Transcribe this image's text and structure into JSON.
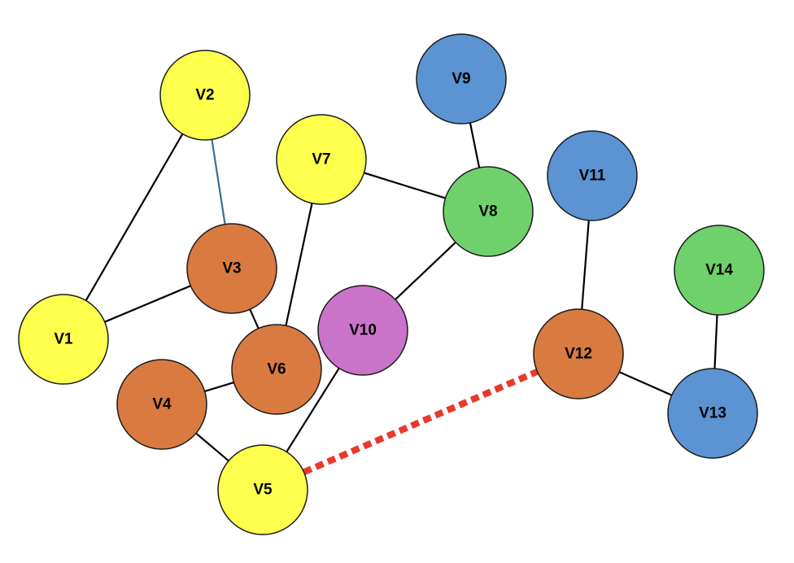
{
  "nodes": [
    {
      "id": "V1",
      "label": "V1",
      "color": "#FFFF4D"
    },
    {
      "id": "V2",
      "label": "V2",
      "color": "#FFFF4D"
    },
    {
      "id": "V3",
      "label": "V3",
      "color": "#D97A41"
    },
    {
      "id": "V4",
      "label": "V4",
      "color": "#D97A41"
    },
    {
      "id": "V5",
      "label": "V5",
      "color": "#FFFF4D"
    },
    {
      "id": "V6",
      "label": "V6",
      "color": "#D97A41"
    },
    {
      "id": "V7",
      "label": "V7",
      "color": "#FFFF4D"
    },
    {
      "id": "V8",
      "label": "V8",
      "color": "#6FD16B"
    },
    {
      "id": "V9",
      "label": "V9",
      "color": "#5B93D3"
    },
    {
      "id": "V10",
      "label": "V10",
      "color": "#C973C9"
    },
    {
      "id": "V11",
      "label": "V11",
      "color": "#5B93D3"
    },
    {
      "id": "V12",
      "label": "V12",
      "color": "#D97A41"
    },
    {
      "id": "V13",
      "label": "V13",
      "color": "#5B93D3"
    },
    {
      "id": "V14",
      "label": "V14",
      "color": "#6FD16B"
    }
  ],
  "edges": [
    {
      "from": "V2",
      "to": "V1",
      "style": "solid",
      "color": "#000000"
    },
    {
      "from": "V2",
      "to": "V3",
      "style": "solid",
      "color": "#3E6E8E"
    },
    {
      "from": "V1",
      "to": "V3",
      "style": "solid",
      "color": "#000000"
    },
    {
      "from": "V3",
      "to": "V6",
      "style": "solid",
      "color": "#000000"
    },
    {
      "from": "V7",
      "to": "V6",
      "style": "solid",
      "color": "#000000"
    },
    {
      "from": "V7",
      "to": "V8",
      "style": "solid",
      "color": "#000000"
    },
    {
      "from": "V9",
      "to": "V8",
      "style": "solid",
      "color": "#000000"
    },
    {
      "from": "V8",
      "to": "V10",
      "style": "solid",
      "color": "#000000"
    },
    {
      "from": "V4",
      "to": "V6",
      "style": "solid",
      "color": "#000000"
    },
    {
      "from": "V4",
      "to": "V5",
      "style": "solid",
      "color": "#000000"
    },
    {
      "from": "V10",
      "to": "V5",
      "style": "solid",
      "color": "#000000"
    },
    {
      "from": "V5",
      "to": "V12",
      "style": "dashed",
      "color": "#E8392B"
    },
    {
      "from": "V11",
      "to": "V12",
      "style": "solid",
      "color": "#000000"
    },
    {
      "from": "V12",
      "to": "V13",
      "style": "solid",
      "color": "#000000"
    },
    {
      "from": "V14",
      "to": "V13",
      "style": "solid",
      "color": "#000000"
    }
  ]
}
